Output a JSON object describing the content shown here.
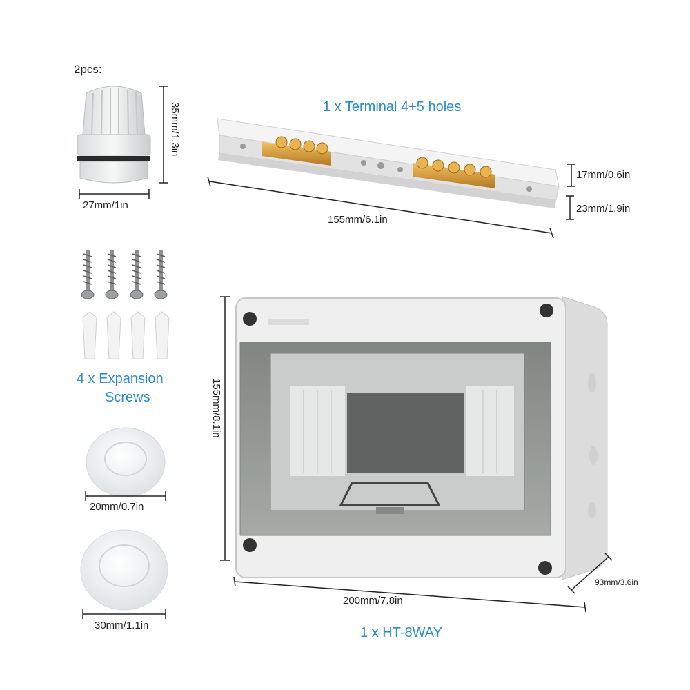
{
  "gland": {
    "qty_label": "2pcs:",
    "height_label": "35mm/1.3in",
    "width_label": "27mm/1in"
  },
  "terminal": {
    "title": "1 x Terminal 4+5 holes",
    "length_label": "155mm/6.1in",
    "height_label": "17mm/0.6in",
    "width_label": "23mm/1.9in"
  },
  "screws": {
    "title_line1": "4 x  Expansion",
    "title_line2": "Screws"
  },
  "plug_small": {
    "label": "20mm/0.7in"
  },
  "plug_large": {
    "label": "30mm/1.1in"
  },
  "box": {
    "height_label": "155mm/8.1in",
    "width_label": "200mm/7.8in",
    "depth_label": "93mm/3.6in",
    "title": "1 x HT-8WAY"
  },
  "colors": {
    "accent": "#2a8ad4",
    "housing": "#eeeeee",
    "brass": "#d49a36"
  }
}
